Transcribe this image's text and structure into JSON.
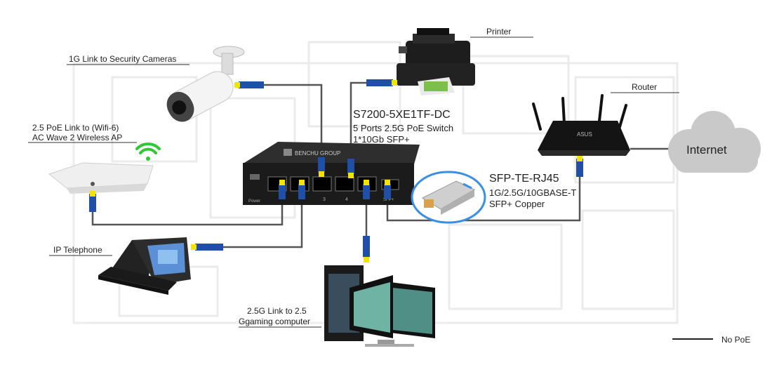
{
  "labels": {
    "security_cameras": "1G Link to Security Cameras",
    "wireless_ap_line1": "2.5 PoE Link to (Wifi-6)",
    "wireless_ap_line2": "AC Wave 2 Wireless AP",
    "ip_telephone": "IP Telephone",
    "gaming_line1": "2.5G Link to 2.5",
    "gaming_line2": "Ggaming computer",
    "printer": "Printer",
    "router": "Router",
    "internet": "Internet",
    "switch_model": "S7200-5XE1TF-DC",
    "switch_desc_line1": "5 Ports 2.5G PoE Switch",
    "switch_desc_line2": "1*10Gb SFP+",
    "sfp_model": "SFP-TE-RJ45",
    "sfp_desc_line1": "1G/2.5G/10GBASE-T",
    "sfp_desc_line2": "SFP+ Copper",
    "switch_brand": "BENCHU GROUP",
    "switch_power": "Power",
    "port_3": "3",
    "port_4": "4",
    "sfp_port": "SFP+",
    "router_brand": "ASUS",
    "legend_no_poe": "No PoE"
  },
  "colors": {
    "cable": "#555555",
    "plug_blue": "#1f4fa8",
    "plug_yellow": "#f2e400",
    "sfp_ring": "#3a8ee6",
    "cloud": "#c9c9c9",
    "wifi": "#32c832"
  }
}
